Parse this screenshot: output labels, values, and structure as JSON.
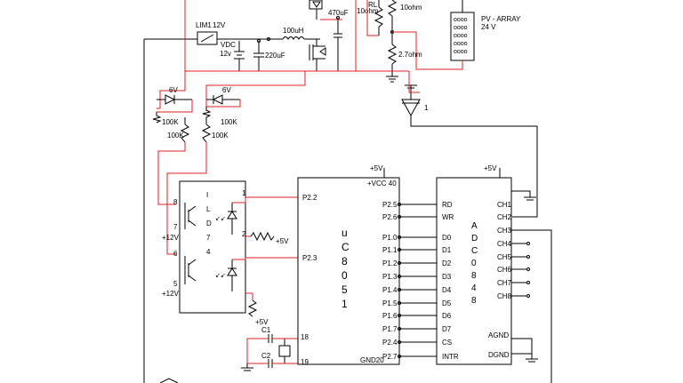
{
  "components": {
    "lim1": {
      "name": "LIM1",
      "rating": "12V",
      "vdc": "VDC"
    },
    "battery": {
      "value": "12v"
    },
    "inductor": {
      "value": "100uH"
    },
    "cap_220": {
      "value": "220uF"
    },
    "cap_470": {
      "value": "470uF"
    },
    "rl": {
      "name": "RL",
      "value": "10ohm"
    },
    "r10": {
      "value": "10ohm"
    },
    "r27": {
      "value": "2.7ohm"
    },
    "pv": {
      "name": "PV - ARRAY",
      "voltage": "24 V"
    },
    "zener1": {
      "value": "6V"
    },
    "zener2": {
      "value": "6V"
    },
    "r100k_a": {
      "value": "100K"
    },
    "r100k_b": {
      "value": "100K"
    },
    "r100k_c": {
      "value": "100K"
    },
    "r100k_d": {
      "value": "100K"
    },
    "opamp_out": "1",
    "c1": {
      "name": "C1"
    },
    "c2": {
      "name": "C2"
    }
  },
  "ild74": {
    "name_chars": [
      "I",
      "L",
      "D",
      "7",
      "4"
    ],
    "pins": [
      "8",
      "7",
      "6",
      "5",
      "1",
      "2"
    ],
    "supply_a": "+12V",
    "supply_b": "+12V"
  },
  "resistor_5v": "+5V",
  "pullup_5v": "+5V",
  "mcu": {
    "name_chars": [
      "u",
      "C",
      "8",
      "0",
      "5",
      "1"
    ],
    "vcc": "+VCC 40",
    "supply": "+5V",
    "gnd": "GND20",
    "p22": "P2.2",
    "p23": "P2.3",
    "pin18": "18",
    "pin19": "19",
    "right_pins": [
      "P2.5",
      "P2.6",
      "P1.0",
      "P1.1",
      "P1.2",
      "P1.3",
      "P1.4",
      "P1.5",
      "P1.6",
      "P1.7",
      "P2.4",
      "P2.7"
    ]
  },
  "adc": {
    "name_chars": [
      "A",
      "D",
      "C",
      "0",
      "8",
      "4",
      "8"
    ],
    "supply": "+5V",
    "left_pins": [
      "RD",
      "WR",
      "D0",
      "D1",
      "D2",
      "D3",
      "D4",
      "D5",
      "D6",
      "D7",
      "CS",
      "INTR"
    ],
    "right_pins": [
      "CH1",
      "CH2",
      "CH3",
      "CH4",
      "CH5",
      "CH6",
      "CH7",
      "CH8"
    ],
    "agnd": "AGND",
    "dgnd": "DGND"
  }
}
